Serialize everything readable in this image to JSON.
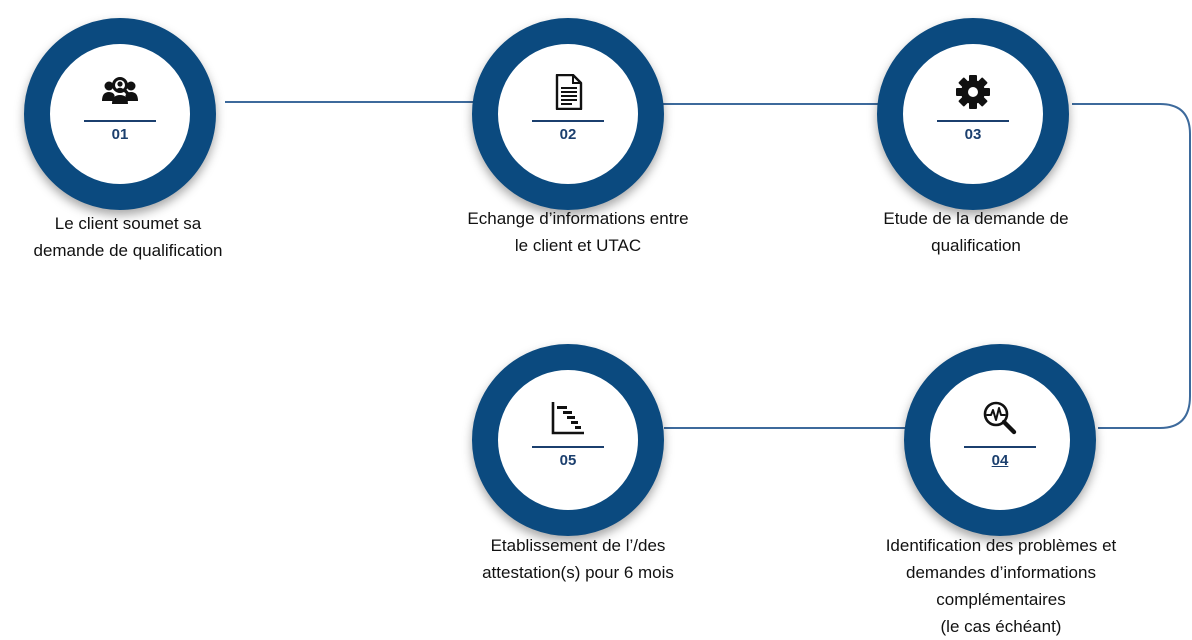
{
  "steps": [
    {
      "number": "01",
      "icon": "users-search-icon",
      "caption_lines": [
        "Le client soumet sa",
        "demande de qualification"
      ]
    },
    {
      "number": "02",
      "icon": "document-icon",
      "caption_lines": [
        "Echange d’informations entre",
        "le client et UTAC"
      ]
    },
    {
      "number": "03",
      "icon": "gear-icon",
      "caption_lines": [
        "Etude de la demande de",
        "qualification"
      ]
    },
    {
      "number": "04",
      "icon": "magnifier-pulse-icon",
      "caption_lines": [
        "Identification des problèmes et",
        "demandes d’informations",
        "complémentaires",
        "(le cas échéant)"
      ]
    },
    {
      "number": "05",
      "icon": "gantt-chart-icon",
      "caption_lines": [
        "Etablissement de l’/des",
        "attestation(s) pour 6 mois"
      ]
    }
  ],
  "colors": {
    "ring": "#0b4a7f",
    "connector": "#3d6a9c",
    "number": "#1b3f6e"
  }
}
